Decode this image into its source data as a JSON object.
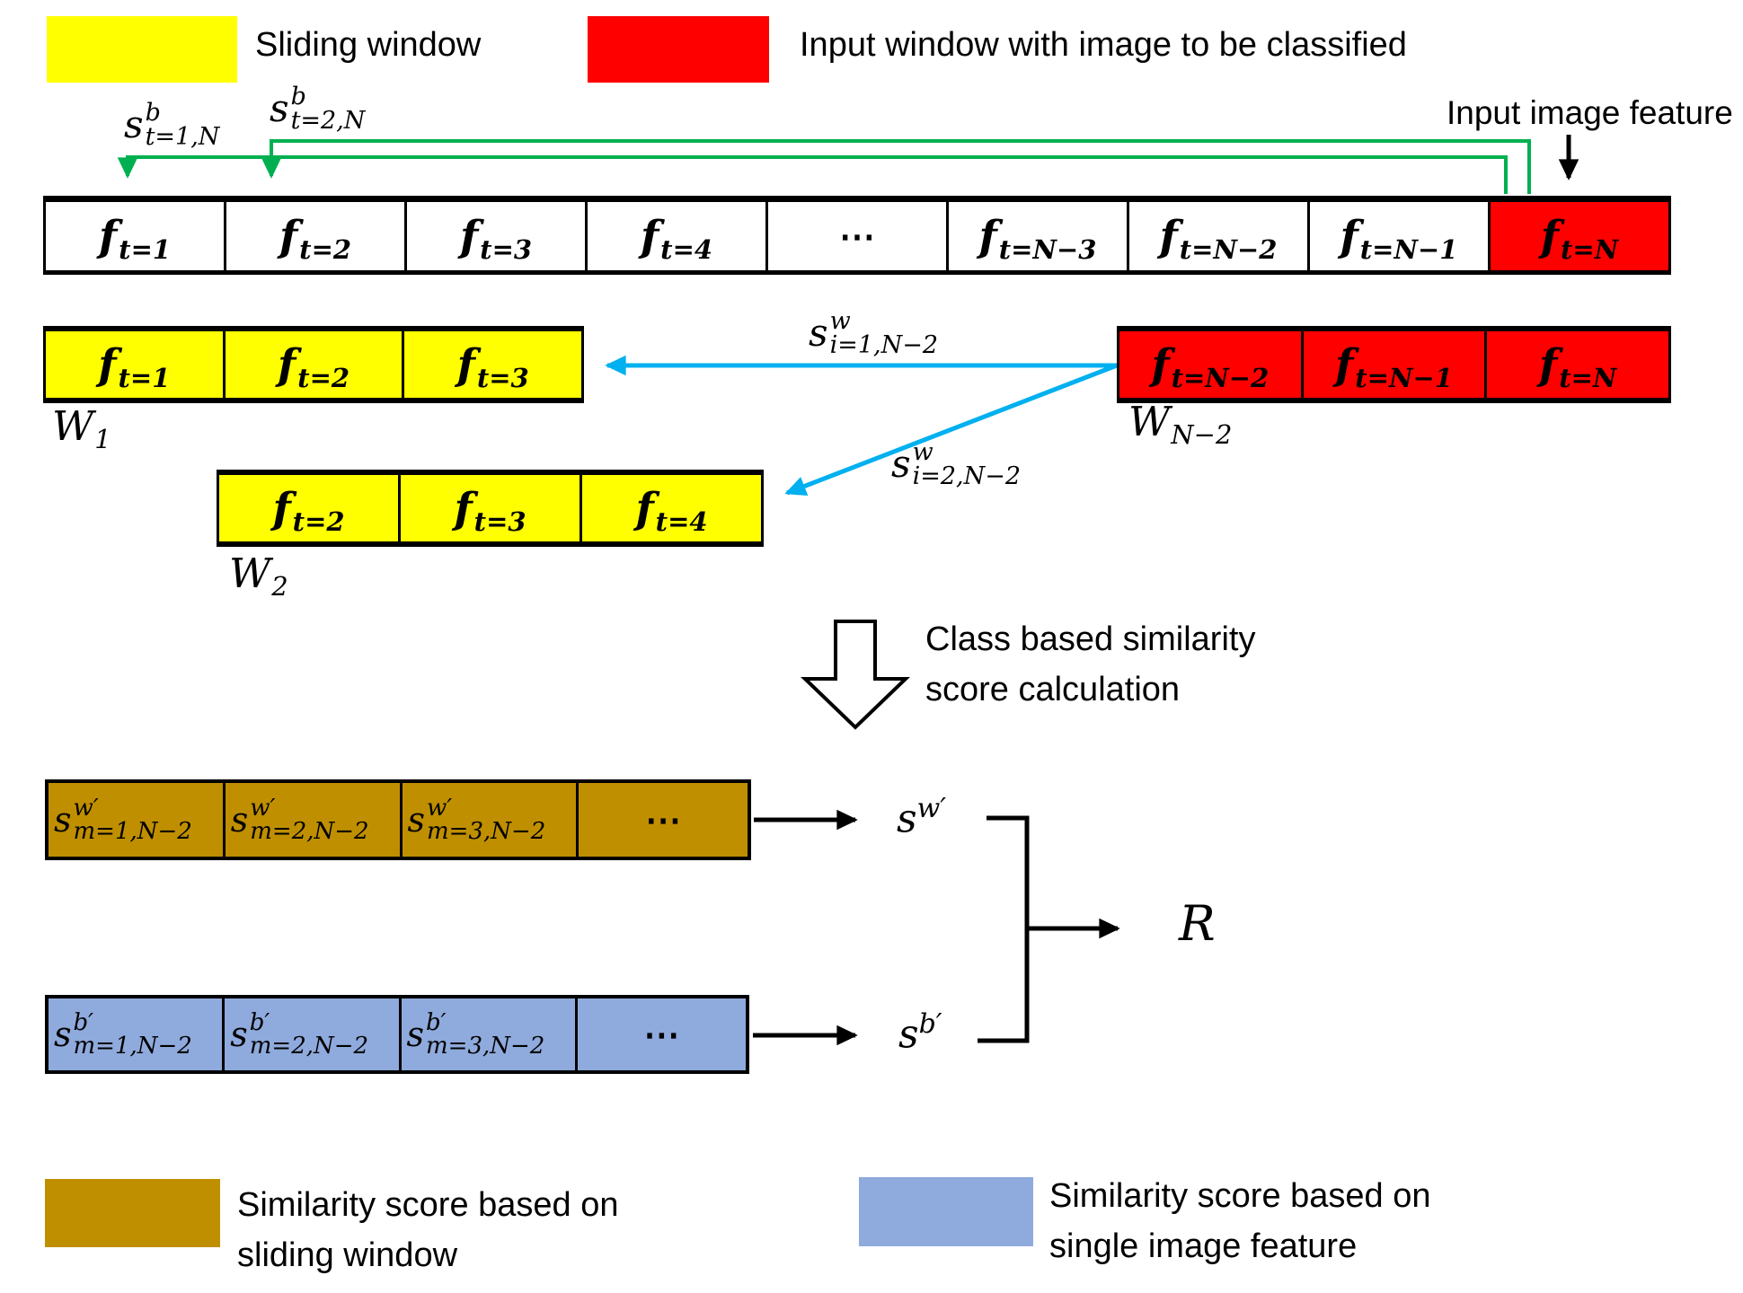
{
  "colors": {
    "yellow": "#FFFF00",
    "red": "#FF0000",
    "olive": "#BF8F00",
    "blue": "#8FAADC",
    "green": "#00B050",
    "cyan": "#00B0F0"
  },
  "legend_top": {
    "sliding_label": "Sliding window",
    "input_label": "Input window with image to be classified"
  },
  "annotations": {
    "input_image_feature": "Input image feature",
    "class_similarity_line1": "Class based similarity",
    "class_similarity_line2": "score calculation"
  },
  "between_scores": [
    {
      "base": "s",
      "sup": "b",
      "sub": "t=1,N"
    },
    {
      "base": "s",
      "sup": "b",
      "sub": "t=2,N"
    }
  ],
  "feature_row": {
    "cells": [
      {
        "base": "f",
        "sub": "t=1"
      },
      {
        "base": "f",
        "sub": "t=2"
      },
      {
        "base": "f",
        "sub": "t=3"
      },
      {
        "base": "f",
        "sub": "t=4"
      },
      {
        "base": "⋯",
        "sub": ""
      },
      {
        "base": "f",
        "sub": "t=N−3"
      },
      {
        "base": "f",
        "sub": "t=N−2"
      },
      {
        "base": "f",
        "sub": "t=N−1"
      },
      {
        "base": "f",
        "sub": "t=N"
      }
    ]
  },
  "windows": {
    "w1": {
      "label_base": "W",
      "label_sub": "1",
      "cells": [
        {
          "base": "f",
          "sub": "t=1"
        },
        {
          "base": "f",
          "sub": "t=2"
        },
        {
          "base": "f",
          "sub": "t=3"
        }
      ]
    },
    "w2": {
      "label_base": "W",
      "label_sub": "2",
      "cells": [
        {
          "base": "f",
          "sub": "t=2"
        },
        {
          "base": "f",
          "sub": "t=3"
        },
        {
          "base": "f",
          "sub": "t=4"
        }
      ]
    },
    "wn2": {
      "label_base": "W",
      "label_sub": "N−2",
      "cells": [
        {
          "base": "f",
          "sub": "t=N−2"
        },
        {
          "base": "f",
          "sub": "t=N−1"
        },
        {
          "base": "f",
          "sub": "t=N"
        }
      ]
    }
  },
  "window_scores": [
    {
      "base": "s",
      "sup": "w",
      "sub": "i=1,N−2"
    },
    {
      "base": "s",
      "sup": "w",
      "sub": "i=2,N−2"
    }
  ],
  "olive_bar": {
    "cells": [
      {
        "base": "s",
        "sup": "w′",
        "sub": "m=1,N−2"
      },
      {
        "base": "s",
        "sup": "w′",
        "sub": "m=2,N−2"
      },
      {
        "base": "s",
        "sup": "w′",
        "sub": "m=3,N−2"
      },
      {
        "base": "⋯",
        "sup": "",
        "sub": ""
      }
    ]
  },
  "blue_bar": {
    "cells": [
      {
        "base": "s",
        "sup": "b′",
        "sub": "m=1,N−2"
      },
      {
        "base": "s",
        "sup": "b′",
        "sub": "m=2,N−2"
      },
      {
        "base": "s",
        "sup": "b′",
        "sub": "m=3,N−2"
      },
      {
        "base": "⋯",
        "sup": "",
        "sub": ""
      }
    ]
  },
  "outputs": {
    "sw": {
      "base": "s",
      "sup": "w′"
    },
    "sb": {
      "base": "s",
      "sup": "b′"
    },
    "r": "R"
  },
  "legend_bottom": {
    "olive_line1": "Similarity score based on",
    "olive_line2": "sliding window",
    "blue_line1": "Similarity score based on",
    "blue_line2": "single image feature"
  }
}
